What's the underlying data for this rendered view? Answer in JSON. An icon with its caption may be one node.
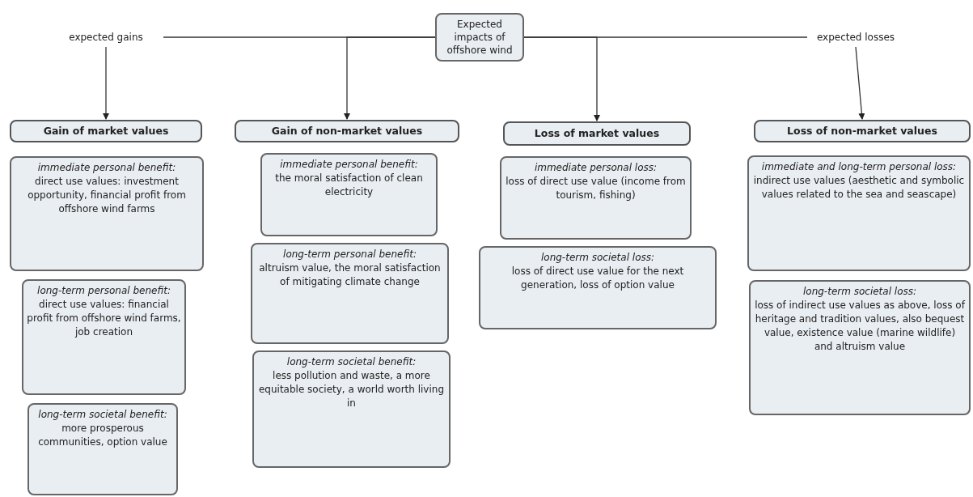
{
  "diagram": {
    "nodes": [
      {
        "text": [
          "Expected impacts of offshore wind"
        ]
      },
      {
        "text": [
          "expected gains"
        ]
      },
      {
        "text": [
          "expected losses"
        ]
      },
      {
        "text": [
          "Gain of market values"
        ]
      },
      {
        "text": [
          "immediate personal benefit:",
          "direct use values: investment opportunity, financial profit from offshore wind farms"
        ]
      },
      {
        "text": [
          "long-term personal benefit:",
          "direct use values: financial profit from offshore wind farms, job creation"
        ]
      },
      {
        "text": [
          "long-term societal benefit:",
          "more prosperous communities, option value"
        ]
      },
      {
        "text": [
          "Gain of non-market values"
        ]
      },
      {
        "text": [
          "immediate personal benefit:",
          "the moral satisfaction of clean electricity"
        ]
      },
      {
        "text": [
          "long-term personal benefit:",
          "altruism value, the moral satisfaction of mitigating climate change"
        ]
      },
      {
        "text": [
          "long-term societal benefit:",
          "less pollution and waste, a more equitable society, a world worth living in"
        ]
      },
      {
        "text": [
          "Loss of market values"
        ]
      },
      {
        "text": [
          "immediate personal loss:",
          "loss of direct use value (income from tourism, fishing)"
        ]
      },
      {
        "text": [
          "long-term societal loss:",
          "loss of direct use value for the next generation, loss of option value"
        ]
      },
      {
        "text": [
          "Loss of non-market values"
        ]
      },
      {
        "text": [
          "immediate and long-term personal loss:",
          "indirect use values (aesthetic and symbolic values related to the sea and seascape)"
        ]
      },
      {
        "text": [
          "long-term societal loss:",
          "loss of indirect use values as above, loss of heritage and tradition values, also bequest value, existence value (marine wildlife) and altruism value"
        ]
      }
    ],
    "edges": [
      {
        "from": 0,
        "to": 1,
        "arrow": "none"
      },
      {
        "from": 0,
        "to": 2,
        "arrow": "none"
      },
      {
        "from": 1,
        "to": 3,
        "arrow": "to"
      },
      {
        "from": 0,
        "to": 7,
        "arrow": "to"
      },
      {
        "from": 0,
        "to": 11,
        "arrow": "to"
      },
      {
        "from": 2,
        "to": 14,
        "arrow": "to"
      }
    ]
  }
}
